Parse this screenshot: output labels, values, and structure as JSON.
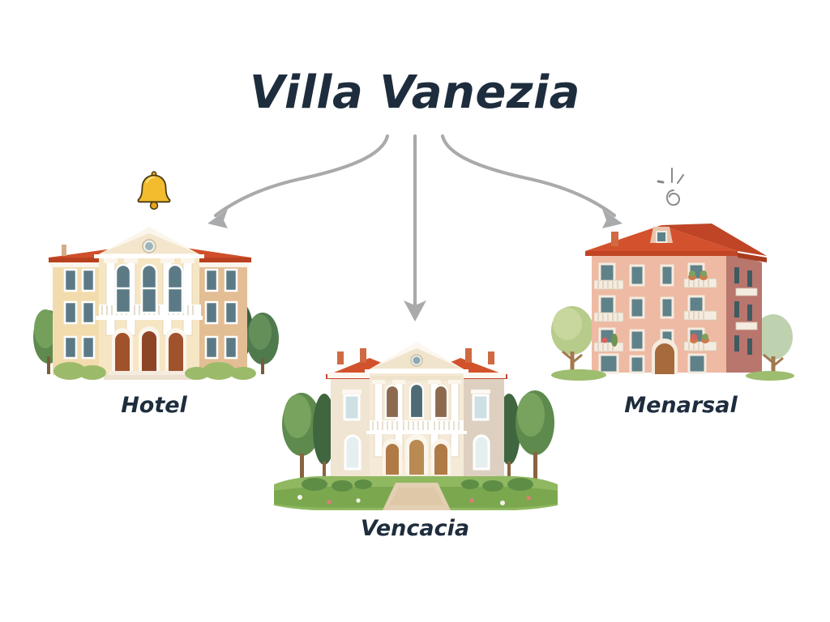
{
  "page": {
    "background_color": "#ffffff",
    "text_color": "#1e2d3d",
    "arrow_color": "#a8aaac"
  },
  "header": {
    "title": "Villa Vanezia"
  },
  "diagram": {
    "type": "hub-and-spoke",
    "root": "Villa Vanezia",
    "nodes": [
      {
        "id": "hotel",
        "label": "Hotel",
        "illustration": "neoclassical-villa-hotel-building",
        "position": "left",
        "colors": {
          "wall": "#f2dcae",
          "wall_shadow": "#e3bd94",
          "roof": "#cf4f2a",
          "trim": "#fbf6ec",
          "door": "#a0522d",
          "tree": "#3f6b4a"
        }
      },
      {
        "id": "vencacia",
        "label": "Vencacia",
        "illustration": "palladian-villa-with-garden",
        "position": "center",
        "colors": {
          "wall": "#f0e5d2",
          "wall_shadow": "#d9bfa8",
          "roof": "#d2522b",
          "trim": "#fcf8f0",
          "door": "#b07a47",
          "lawn": "#8fb860",
          "path": "#e3cfb2",
          "cypress": "#4b6f46"
        }
      },
      {
        "id": "menarsal",
        "label": "Menarsal",
        "illustration": "pink-apartment-building-with-balconies",
        "position": "right",
        "colors": {
          "wall": "#eebaa4",
          "wall_shadow": "#b9766d",
          "roof": "#d3512c",
          "balcony": "#f4ece0",
          "door": "#a76a3c",
          "tree": "#b7cb8b"
        }
      }
    ],
    "edges": [
      {
        "from": "Villa Vanezia",
        "to": "Hotel",
        "style": "curved-arrow-left"
      },
      {
        "from": "Villa Vanezia",
        "to": "Vencacia",
        "style": "straight-arrow-down"
      },
      {
        "from": "Villa Vanezia",
        "to": "Menarsal",
        "style": "curved-arrow-right"
      }
    ]
  },
  "decorations": [
    {
      "id": "bell",
      "name": "bell-icon",
      "glyph": "🔔",
      "color": "#f0b429"
    },
    {
      "id": "sparkle",
      "name": "sparkle-icon",
      "glyph": "✦",
      "color": "#6b6b6b"
    }
  ]
}
